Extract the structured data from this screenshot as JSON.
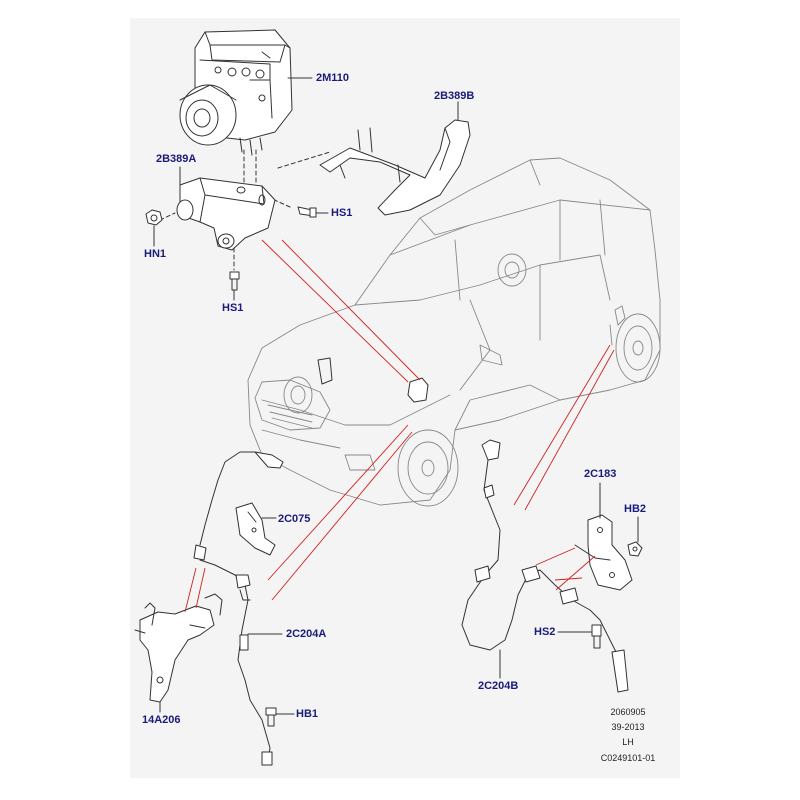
{
  "colors": {
    "label": "#1a1a7a",
    "callout": "#d42020",
    "line": "#333333",
    "panel": "#f4f4f4"
  },
  "labels": {
    "abs_module": "2M110",
    "bracket_right": "2B389B",
    "bracket_left": "2B389A",
    "hs1_bolt_right": "HS1",
    "hs1_bolt_bottom": "HS1",
    "hn1_nut": "HN1",
    "harness_bracket": "2C075",
    "sensor_front": "2C204A",
    "hb1_bolt": "HB1",
    "bracket_14a206": "14A206",
    "bracket_2c183": "2C183",
    "hb2_bolt": "HB2",
    "hs2_bolt": "HS2",
    "sensor_rear": "2C204B"
  },
  "reference": {
    "line1": "2060905",
    "line2": "39-2013",
    "line3": "LH",
    "line4": "C0249101-01"
  }
}
